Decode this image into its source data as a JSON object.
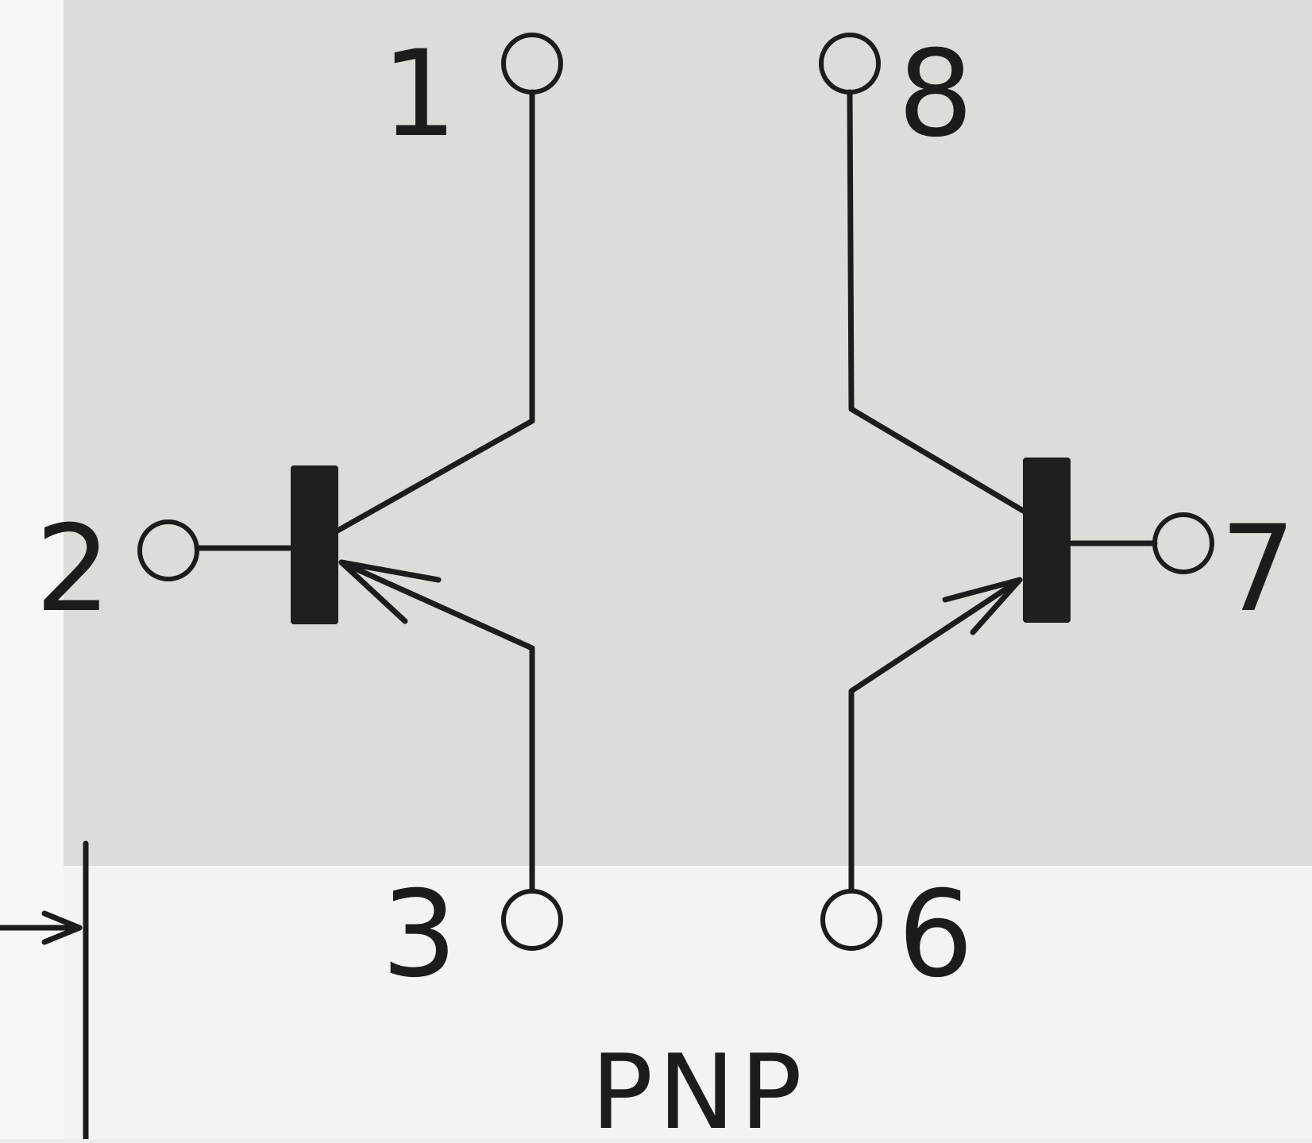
{
  "diagram": {
    "colors": {
      "ink": "#1c1c1c",
      "paper_shaded": "#dcdcd9",
      "paper_light": "#f3f3f1"
    },
    "pins": {
      "p1": "1",
      "p2": "2",
      "p3": "3",
      "p6": "6",
      "p7": "7",
      "p8": "8"
    },
    "type_label": "PNP"
  }
}
